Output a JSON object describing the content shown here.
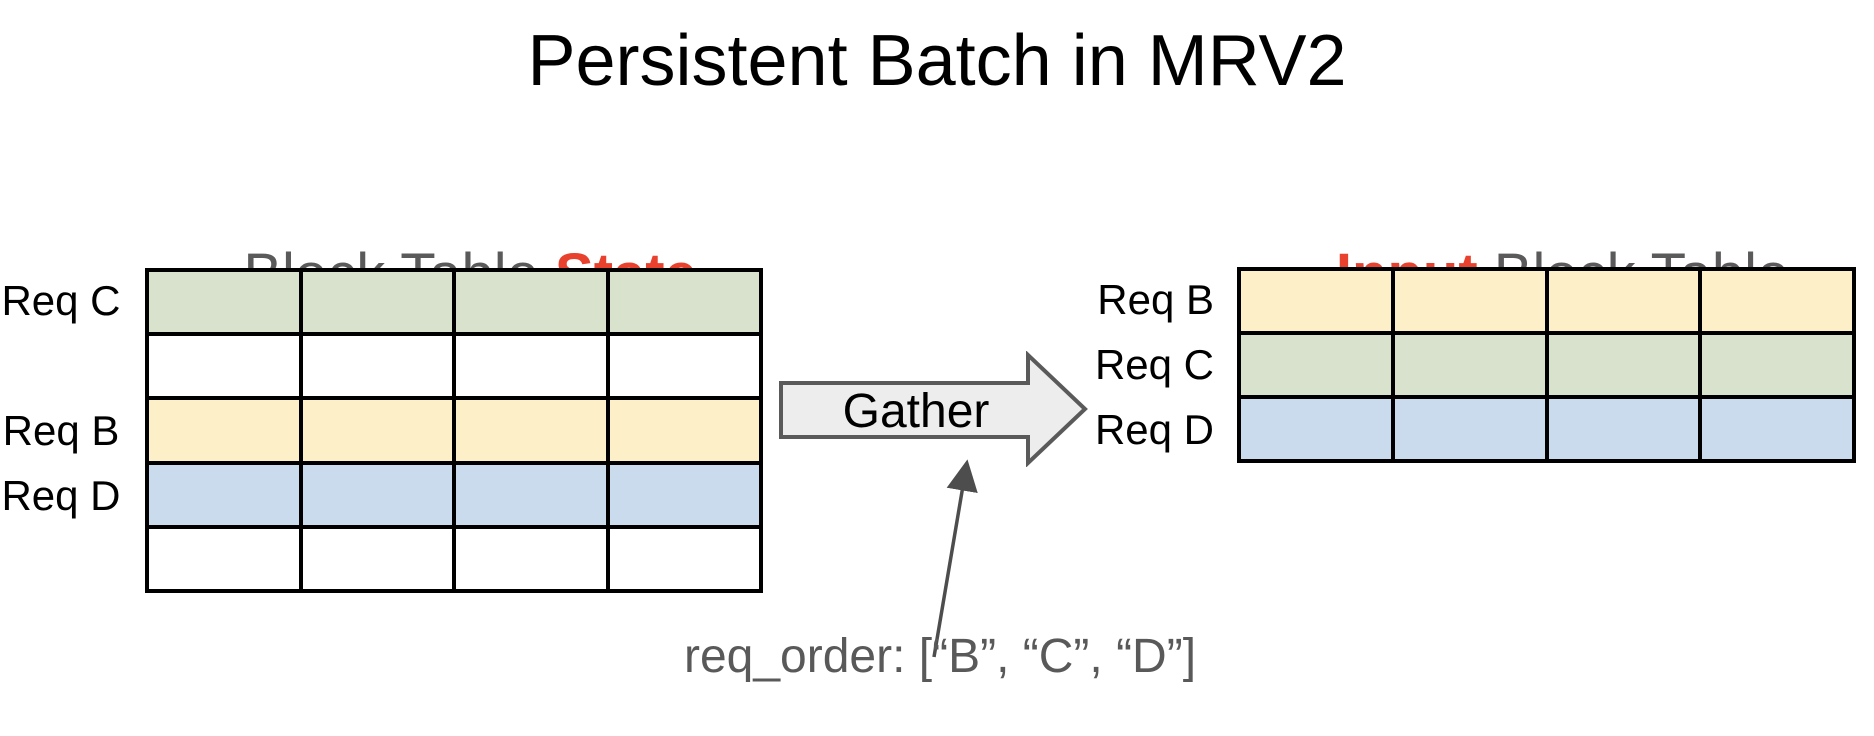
{
  "title": "Persistent Batch in MRV2",
  "colors": {
    "green": "#d9e2cd",
    "yellow": "#fdf0c9",
    "blue": "#cadbed",
    "white": "#ffffff",
    "red_accent": "#e8412e",
    "gray_text": "#5a5a5a",
    "table_border": "#000000",
    "arrow_fill": "#ededed",
    "arrow_stroke": "#5a5a5a",
    "pointer_stroke": "#4d4d4d"
  },
  "state_table": {
    "heading": {
      "prefix": "Block Table ",
      "highlight": "State"
    },
    "columns": 4,
    "rows": [
      {
        "label": "Req C",
        "color": "green"
      },
      {
        "label": "",
        "color": "white"
      },
      {
        "label": "Req B",
        "color": "yellow"
      },
      {
        "label": "Req D",
        "color": "blue"
      },
      {
        "label": "",
        "color": "white"
      }
    ]
  },
  "input_table": {
    "heading": {
      "highlight": "Input",
      "suffix": " Block Table"
    },
    "columns": 4,
    "rows": [
      {
        "label": "Req B",
        "color": "yellow"
      },
      {
        "label": "Req C",
        "color": "green"
      },
      {
        "label": "Req D",
        "color": "blue"
      }
    ]
  },
  "gather": {
    "label": "Gather"
  },
  "annotation": {
    "text": "req_order: [“B”, “C”, “D”]"
  }
}
